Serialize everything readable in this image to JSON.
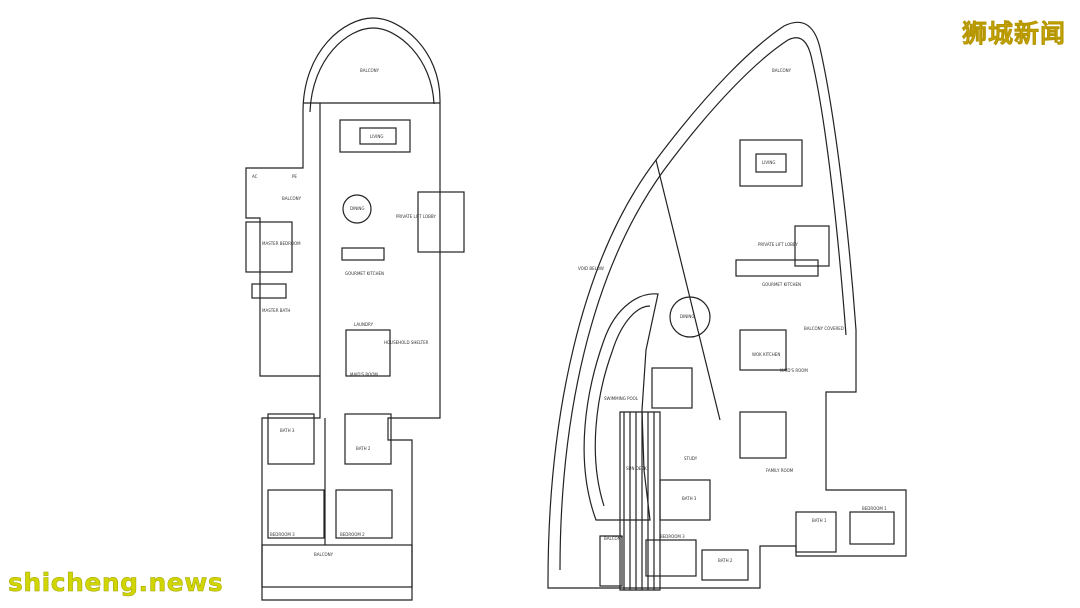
{
  "watermark": {
    "top": "狮城新闻",
    "bottom": "shicheng.news"
  },
  "plan_left": {
    "balcony_top": "BALCONY",
    "living": "LIVING",
    "dining": "DINING",
    "private_lift_lobby": "PRIVATE LIFT LOBBY",
    "gourmet_kitchen": "GOURMET KITCHEN",
    "balcony_side": "BALCONY",
    "master_bedroom": "MASTER BEDROOM",
    "master_bath": "MASTER BATH",
    "laundry": "LAUNDRY",
    "household_shelter": "HOUSEHOLD SHELTER",
    "maids_room": "MAID'S ROOM",
    "bath_2": "BATH 2",
    "bath_3": "BATH 3",
    "bedroom_2": "BEDROOM 2",
    "bedroom_3": "BEDROOM 3",
    "balcony_bottom": "BALCONY",
    "pe": "PE",
    "ac": "AC"
  },
  "plan_right": {
    "balcony_top": "BALCONY",
    "living": "LIVING",
    "private_lift_lobby": "PRIVATE LIFT LOBBY",
    "gourmet_kitchen": "GOURMET KITCHEN",
    "dining": "DINING",
    "balcony_covered": "BALCONY COVERED",
    "wok_kitchen": "WOK KITCHEN",
    "maids_room": "MAID'S ROOM",
    "swimming_pool": "SWIMMING POOL",
    "study": "STUDY",
    "sun_deck": "SUN DECK",
    "bath_3": "BATH 3",
    "bedroom_3": "BEDROOM 3",
    "bath_2": "BATH 2",
    "family_room": "FAMILY ROOM",
    "bath_1": "BATH 1",
    "bedroom_1": "BEDROOM 1",
    "balcony_bottom": "BALCONY",
    "void_below": "VOID BELOW"
  }
}
